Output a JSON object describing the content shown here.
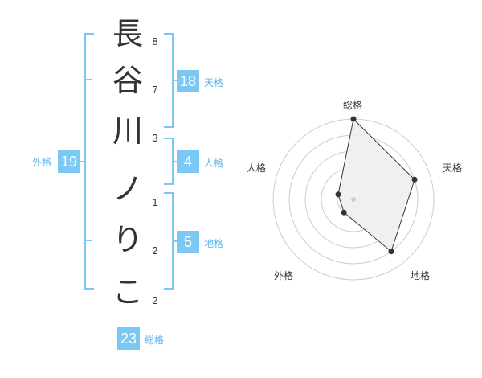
{
  "name": {
    "characters": [
      "長",
      "谷",
      "川",
      "ノ",
      "り",
      "こ"
    ],
    "strokes": [
      "8",
      "7",
      "3",
      "1",
      "2",
      "2"
    ]
  },
  "fortune": {
    "tenkaku": {
      "value": "18",
      "label": "天格"
    },
    "jinkaku": {
      "value": "4",
      "label": "人格"
    },
    "chikaku": {
      "value": "5",
      "label": "地格"
    },
    "gaikaku": {
      "value": "19",
      "label": "外格"
    },
    "soukaku": {
      "value": "23",
      "label": "総格"
    }
  },
  "colors": {
    "accent": "#7cc8f4",
    "accent_text": "#5cb3e6",
    "text": "#333333",
    "radar_fill": "#eeeeee",
    "radar_ring": "#cccccc"
  },
  "chart_data": {
    "type": "radar",
    "axes": [
      "総格",
      "天格",
      "地格",
      "外格",
      "人格"
    ],
    "values": [
      5,
      4,
      4,
      1,
      1
    ],
    "range": [
      0,
      5
    ]
  }
}
